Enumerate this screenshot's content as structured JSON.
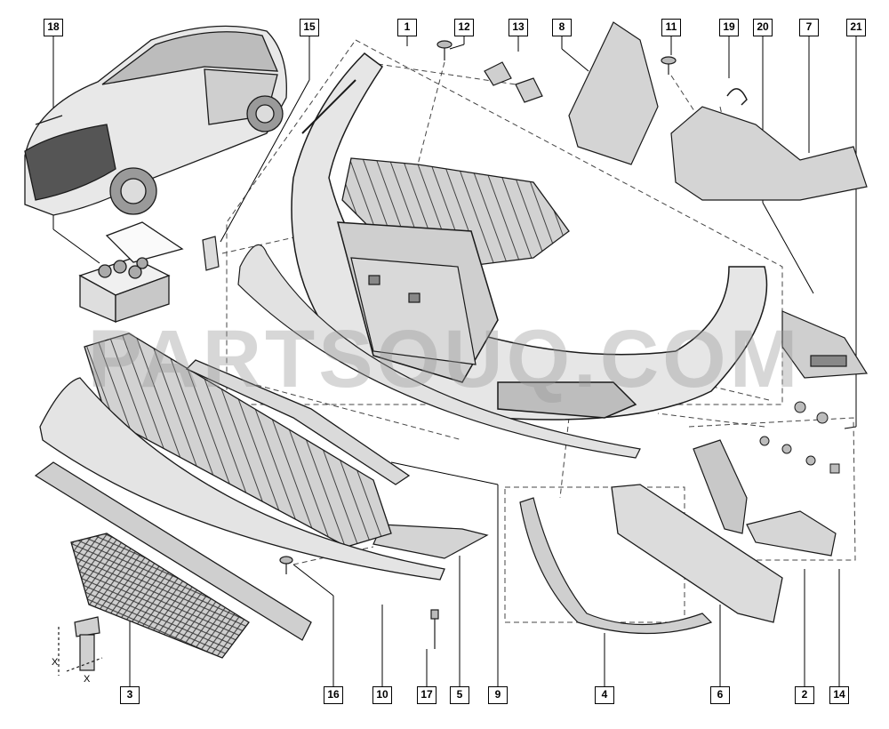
{
  "diagram": {
    "callouts": [
      "18",
      "15",
      "1",
      "12",
      "13",
      "8",
      "11",
      "19",
      "20",
      "7",
      "21",
      "3",
      "16",
      "10",
      "17",
      "5",
      "9",
      "4",
      "6",
      "2",
      "14"
    ],
    "dimension_marks": [
      "X",
      "X"
    ]
  },
  "watermark": "PARTSOUQ.COM",
  "colors": {
    "line": "#1a1a1a",
    "part_fill": "#d6d6d6",
    "shadow": "#9a9a9a",
    "dash": "#444444"
  }
}
